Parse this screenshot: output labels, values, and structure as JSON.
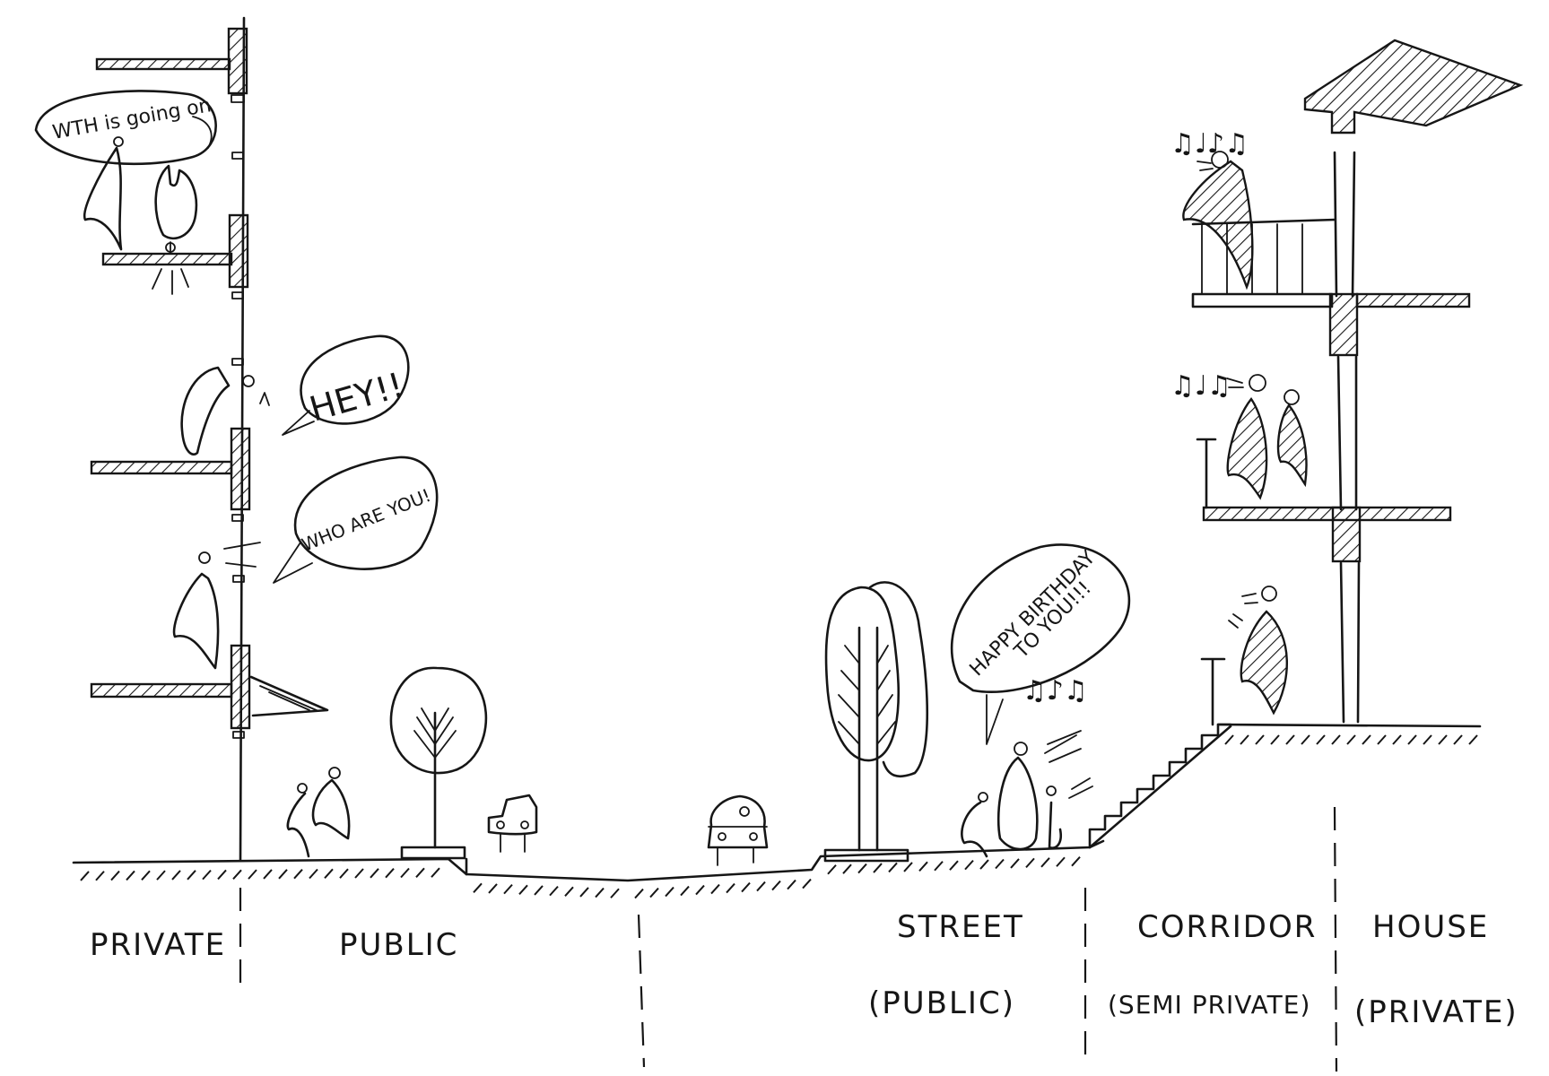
{
  "zones": [
    {
      "id": "private-left",
      "label": "PRIVATE"
    },
    {
      "id": "public-left",
      "label": "PUBLIC"
    },
    {
      "id": "street",
      "label": "STREET",
      "sub": "(PUBLIC)"
    },
    {
      "id": "corridor",
      "label": "CORRIDOR",
      "sub": "(SEMI PRIVATE)"
    },
    {
      "id": "house",
      "label": "HOUSE",
      "sub": "(PRIVATE)"
    }
  ],
  "speech": {
    "top": "WTH is going on",
    "hey": "HEY!!",
    "who": "WHO ARE YOU!",
    "birthday_line1": "HAPPY BIRTHDAY",
    "birthday_line2": "TO YOU!!!"
  }
}
